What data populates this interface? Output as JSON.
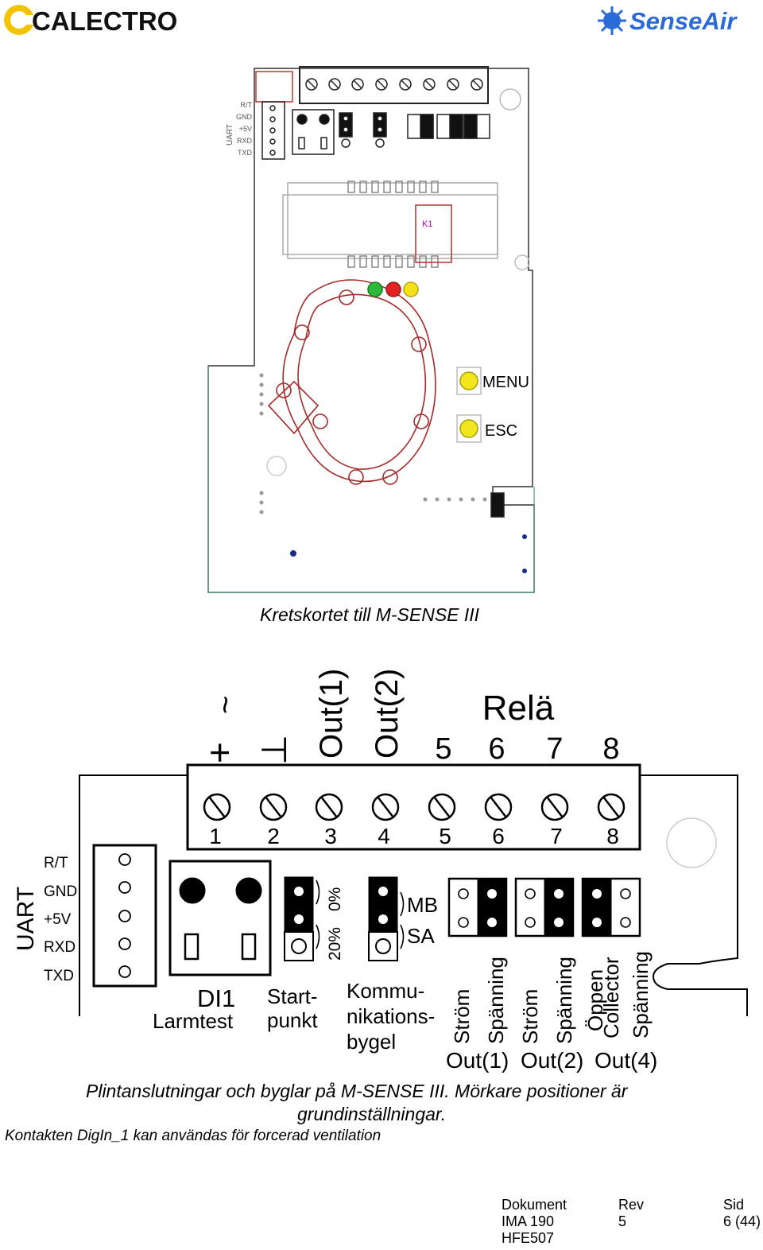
{
  "header": {
    "left_logo_text": "CALECTRO",
    "right_logo_text": "SenseAir"
  },
  "board": {
    "uart_title": "UART",
    "uart_pins": [
      "R/T",
      "GND",
      "+5V",
      "RXD",
      "TXD"
    ],
    "relay_label": "K1",
    "menu_label": "MENU",
    "esc_label": "ESC",
    "led_colors": [
      "#2db83a",
      "#e32222",
      "#f4e11a"
    ],
    "caption": "Kretskortet till M-SENSE III"
  },
  "terminal": {
    "top_labels": [
      "~",
      "+",
      "⊥",
      "Out(1)",
      "Out(2)",
      "5",
      "6",
      "7",
      "8"
    ],
    "rela_label": "Relä",
    "numbers": [
      "1",
      "2",
      "3",
      "4",
      "5",
      "6",
      "7",
      "8"
    ],
    "uart_title": "UART",
    "uart_pins": [
      "R/T",
      "GND",
      "+5V",
      "RXD",
      "TXD"
    ],
    "di1": "DI1",
    "larmtest": "Larmtest",
    "start": "Start-",
    "punkt": "punkt",
    "pct_0": "0%",
    "pct_20": "20%",
    "kommu": "Kommu-",
    "nikations": "nikations-",
    "bygel": "bygel",
    "mb": "MB",
    "sa": "SA",
    "strom": "Ström",
    "spanning": "Spänning",
    "oppen": "Öppen",
    "collector": "Collector",
    "out_labels": [
      "Out(1)",
      "Out(2)",
      "Out(4)"
    ],
    "caption_line1": "Plintanslutningar och byglar på M-SENSE III. Mörkare positioner är",
    "caption_line2": "grundinställningar.",
    "note": "Kontakten DigIn_1 kan användas för forcerad ventilation"
  },
  "footer": {
    "dokument_label": "Dokument",
    "dokument_value1": "IMA 190",
    "dokument_value2": "HFE507",
    "rev_label": "Rev",
    "rev_value": "5",
    "sid_label": "Sid",
    "sid_value": "6 (44)"
  }
}
